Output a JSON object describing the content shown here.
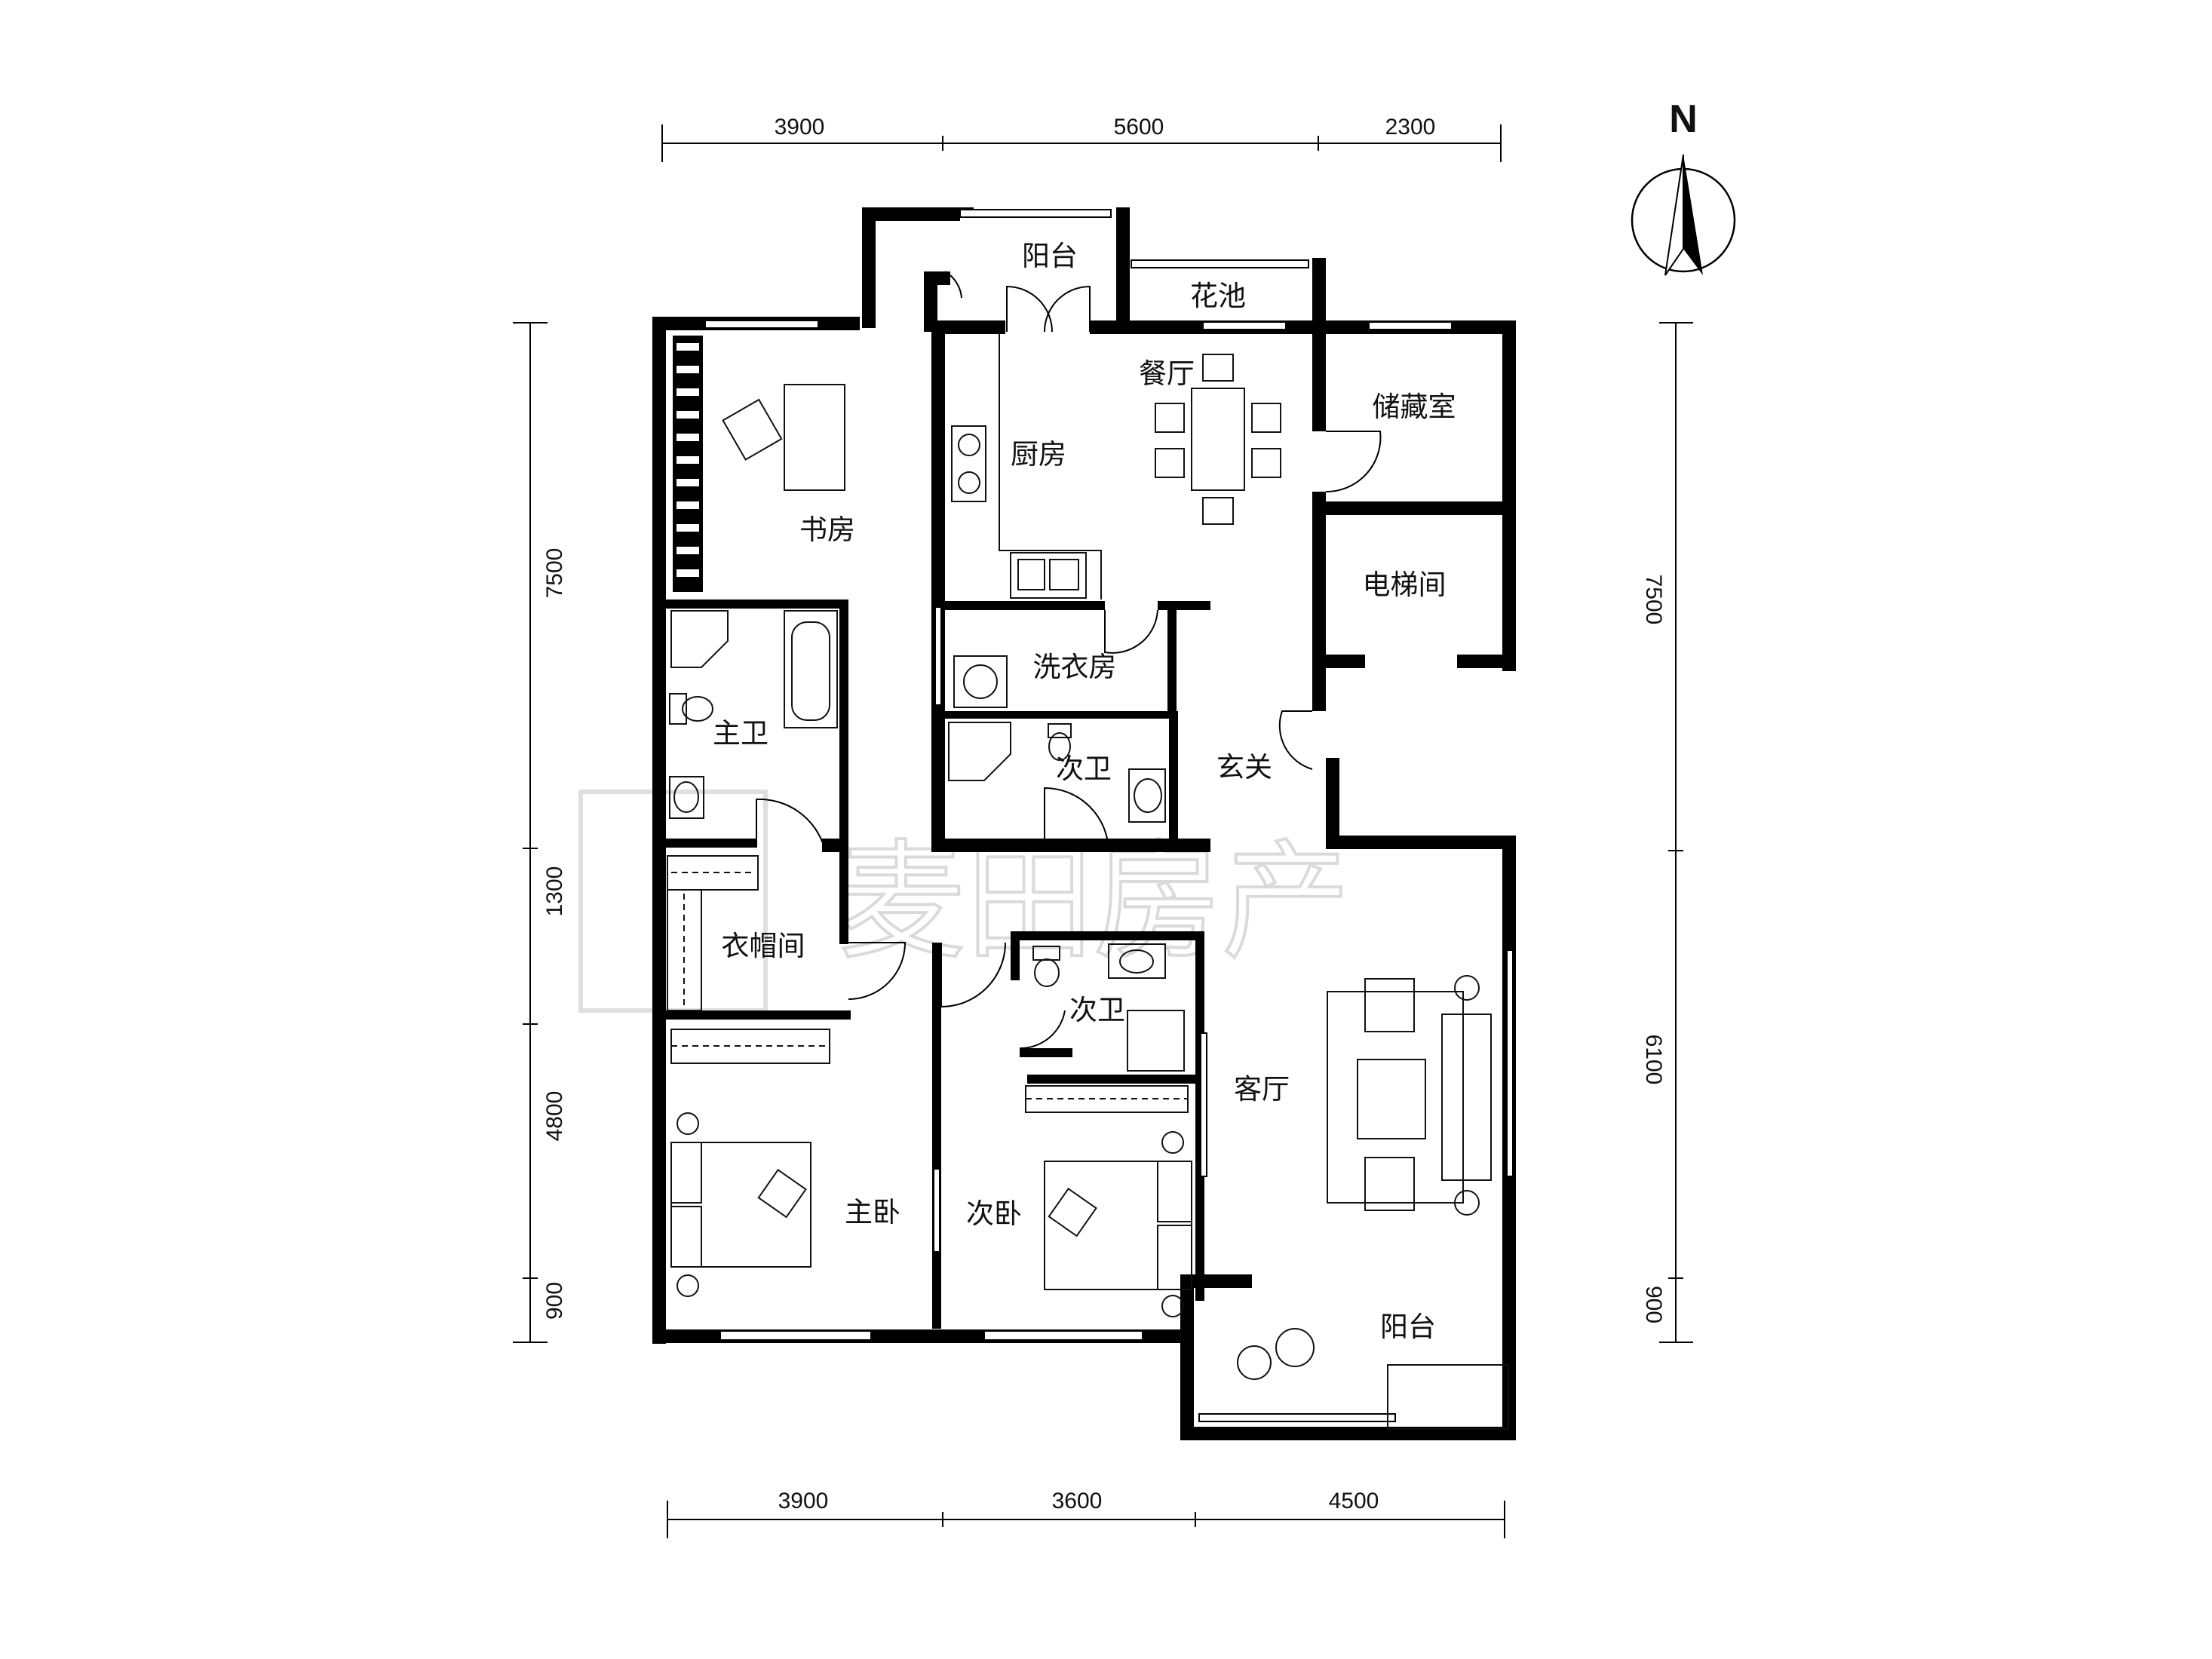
{
  "dimensions": {
    "top": [
      "3900",
      "5600",
      "2300"
    ],
    "bottom": [
      "3900",
      "3600",
      "4500"
    ],
    "left": [
      "7500",
      "1300",
      "4800",
      "900"
    ],
    "right": [
      "7500",
      "6100",
      "900"
    ]
  },
  "compass": {
    "label": "N"
  },
  "rooms": {
    "balcony_north": "阳台",
    "flower_bed": "花池",
    "dining": "餐厅",
    "kitchen": "厨房",
    "study": "书房",
    "storage": "储藏室",
    "elevator": "电梯间",
    "laundry": "洗衣房",
    "master_bath": "主卫",
    "guest_bath_1": "次卫",
    "foyer": "玄关",
    "cloakroom": "衣帽间",
    "guest_bath_2": "次卫",
    "living": "客厅",
    "master_bedroom": "主卧",
    "second_bedroom": "次卧",
    "balcony_south": "阳台"
  },
  "watermark": "麦田房产"
}
